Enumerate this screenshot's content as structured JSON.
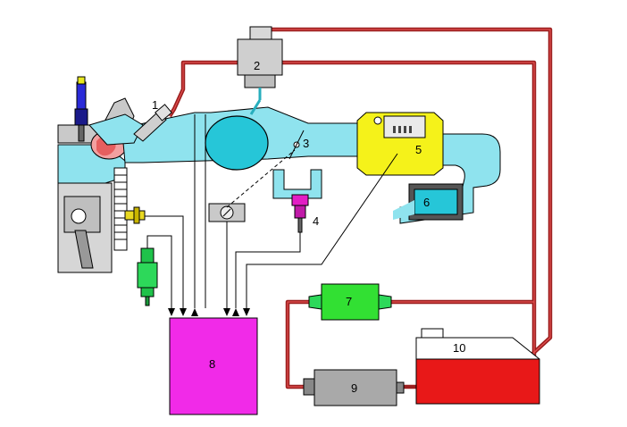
{
  "labels": {
    "l1": "1",
    "l2": "2",
    "l3": "3",
    "l4": "4",
    "l5": "5",
    "l6": "6",
    "l7": "7",
    "l8": "8",
    "l9": "9",
    "l10": "10"
  },
  "colors": {
    "fuel_line": "#9b1f1f",
    "air_duct": "#7fe0ec",
    "throttle_body": "#26c6d8",
    "air_flow_meter": "#f5f21a",
    "ecu": "#f12ae8",
    "fuel_filter": "#32e033",
    "fuel_tank": "#e81818",
    "fuel_pump": "#a9a9a9",
    "sensor_green": "#1fc24a",
    "sensor_magenta": "#e21dc4",
    "regulator": "#c9c9c9"
  }
}
